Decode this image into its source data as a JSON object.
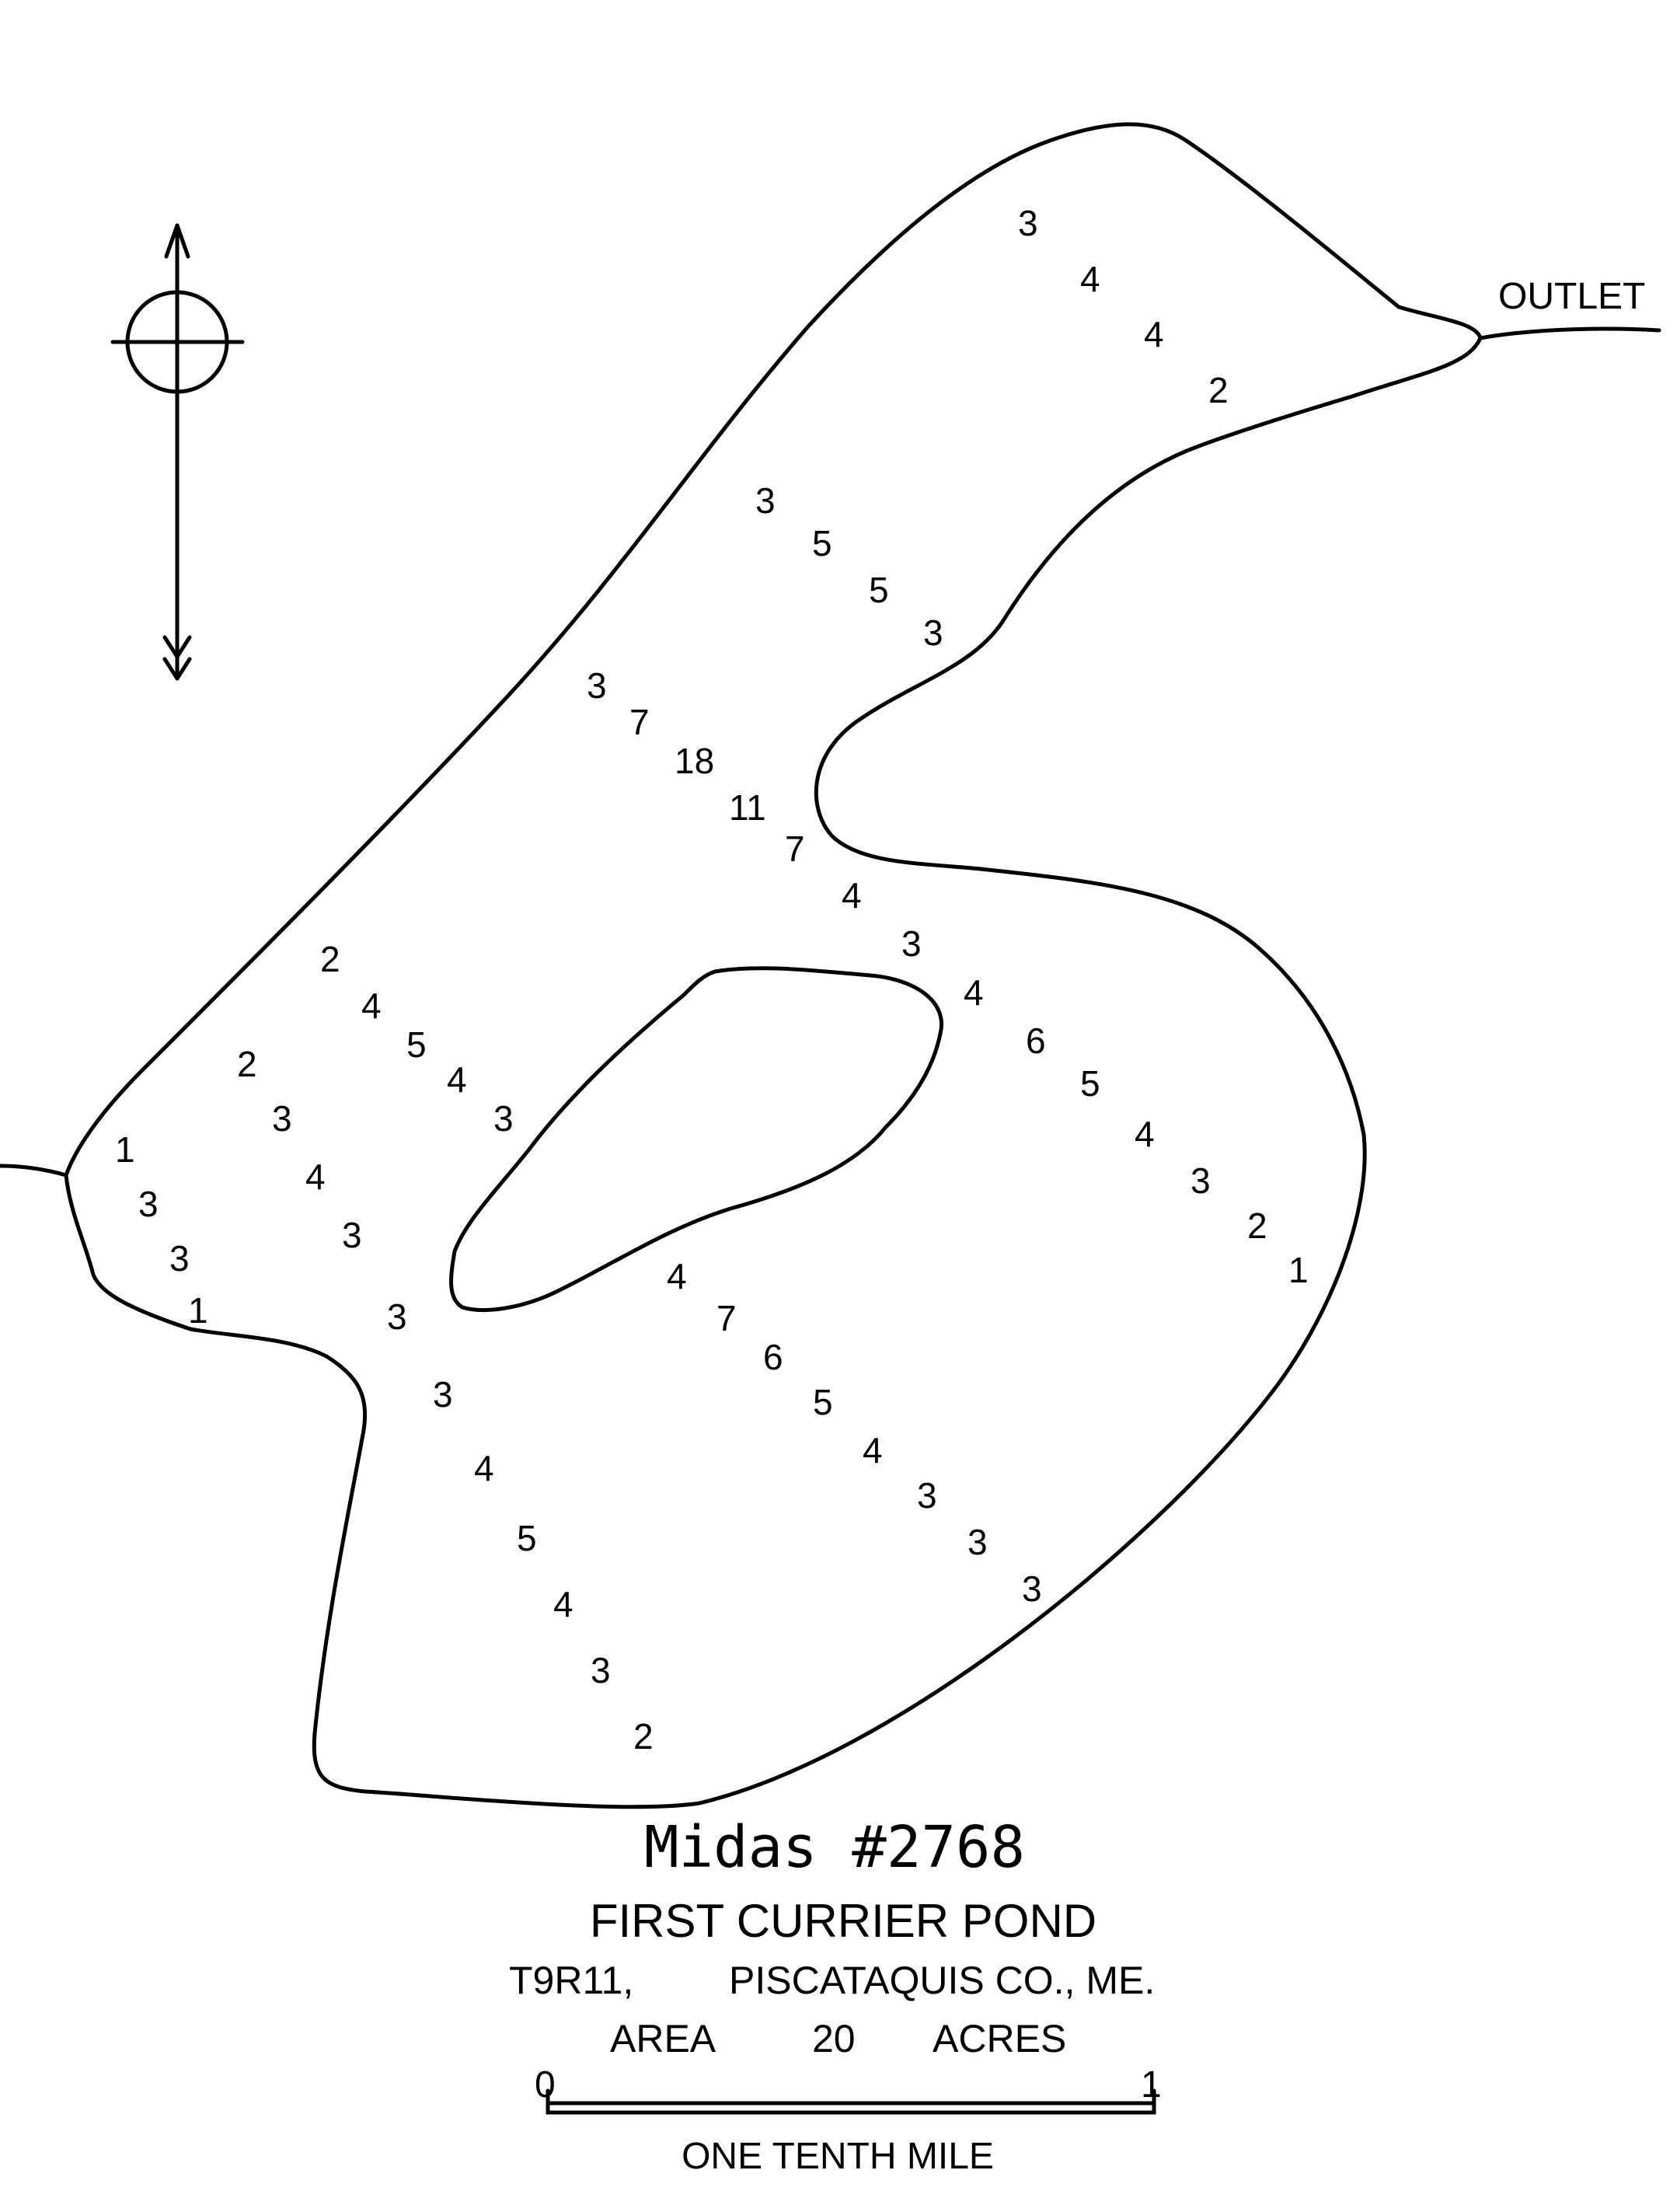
{
  "map": {
    "title": "Midas #2768",
    "name": "FIRST CURRIER POND",
    "location_township": "T9R11,",
    "location_county": "PISCATAQUIS CO., ME.",
    "area_label": "AREA",
    "area_value": "20",
    "area_unit": "ACRES",
    "outlet_label": "OUTLET",
    "scale": {
      "start": "0",
      "end": "1",
      "label": "ONE TENTH MILE"
    },
    "ink_color": "#000000",
    "background_color": "#ffffff"
  },
  "soundings": {
    "line_1": [
      "3",
      "4",
      "4",
      "2"
    ],
    "line_2": [
      "3",
      "5",
      "5",
      "3"
    ],
    "line_3": [
      "3",
      "7",
      "18",
      "11",
      "7",
      "4",
      "3",
      "4",
      "6",
      "5",
      "4",
      "3",
      "2",
      "1"
    ],
    "line_4": [
      "2",
      "4",
      "5",
      "4",
      "3"
    ],
    "line_5": [
      "2",
      "3",
      "4",
      "3",
      "3",
      "3",
      "4",
      "5",
      "4",
      "3",
      "2"
    ],
    "line_6": [
      "1",
      "3",
      "3",
      "1"
    ],
    "line_7": [
      "4",
      "7",
      "6",
      "5",
      "4",
      "3",
      "3",
      "3"
    ]
  }
}
